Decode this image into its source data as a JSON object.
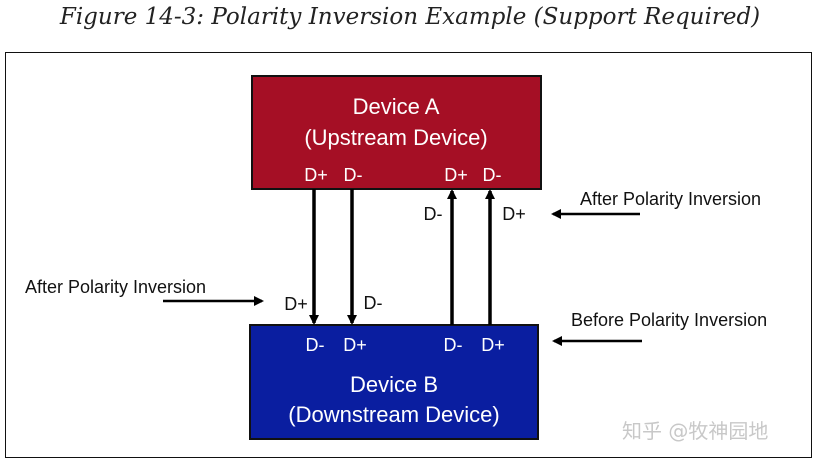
{
  "figure": {
    "caption": "Figure 14-3: Polarity Inversion Example (Support Required)"
  },
  "device_a": {
    "name": "Device A",
    "role": "(Upstream Device)",
    "pins": [
      "D+",
      "D-",
      "D+",
      "D-"
    ]
  },
  "device_b": {
    "name": "Device B",
    "role": "(Downstream Device)",
    "pins": [
      "D-",
      "D+",
      "D-",
      "D+"
    ]
  },
  "wire_labels": {
    "left_pair": [
      "D+",
      "D-"
    ],
    "right_pair": [
      "D-",
      "D+"
    ]
  },
  "notes": {
    "upper_right": "After Polarity Inversion",
    "left": "After Polarity Inversion",
    "lower_right": "Before Polarity Inversion"
  },
  "watermark": "知乎 @牧神园地",
  "colors": {
    "device_a_fill": "#a50f25",
    "device_b_fill": "#0a1ea0",
    "line": "#000000"
  }
}
